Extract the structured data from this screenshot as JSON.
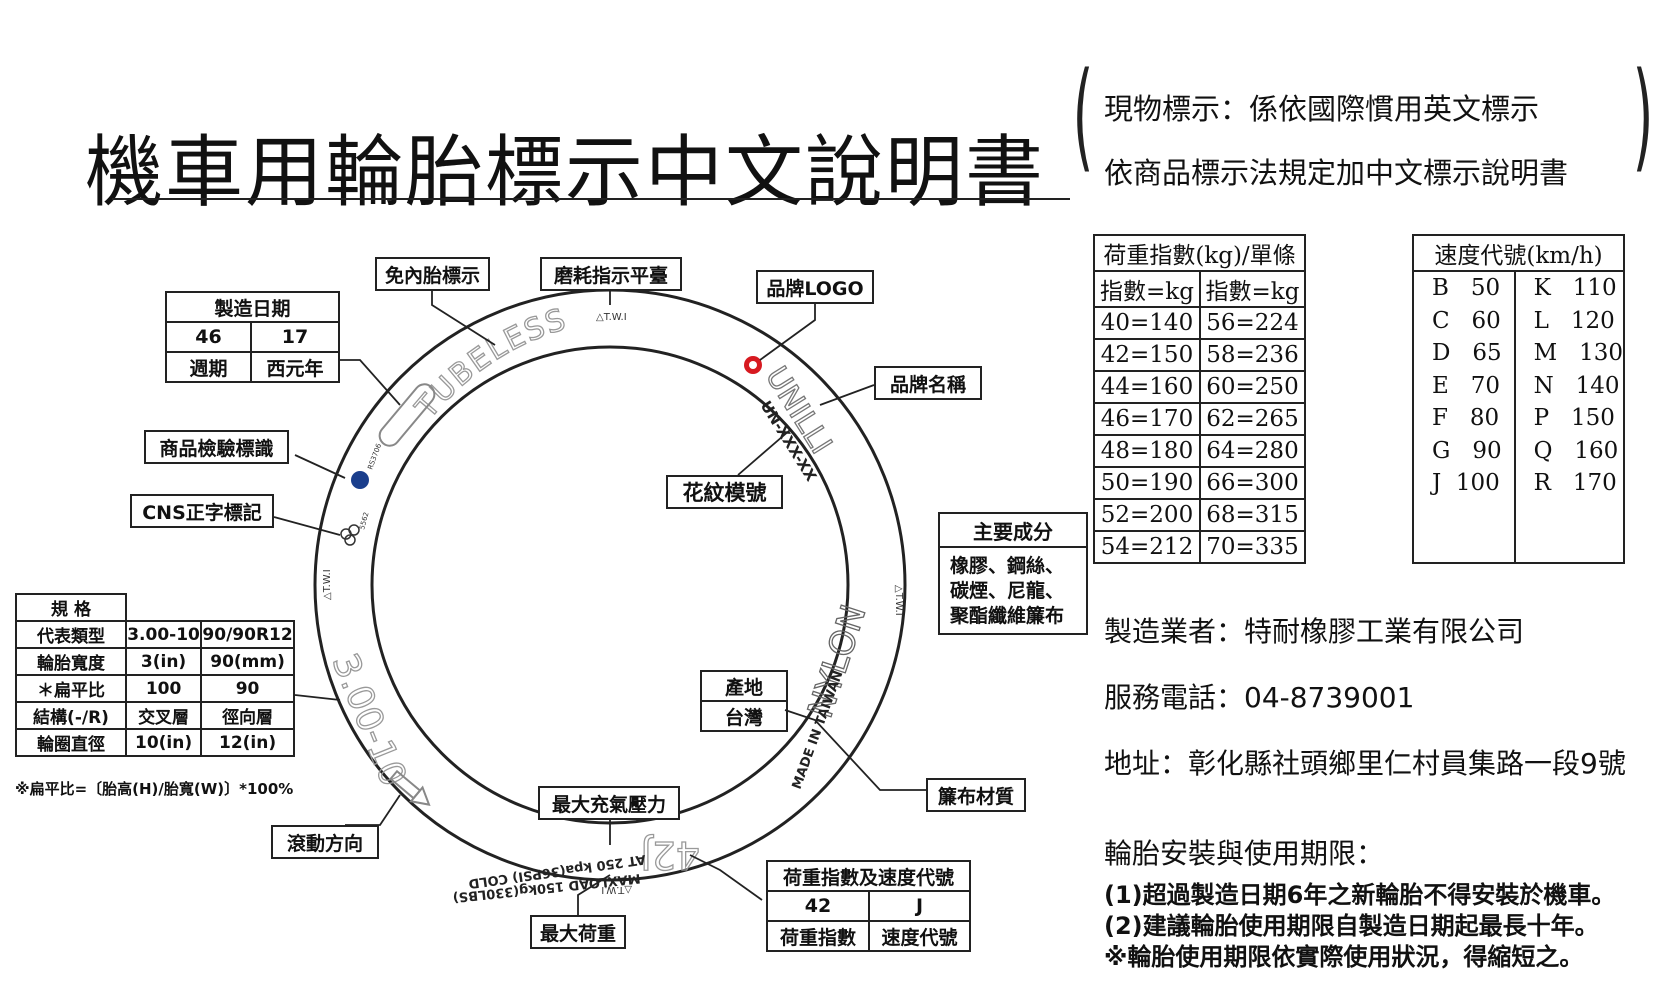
{
  "title": "機車用輪胎標示中文說明書",
  "header_note": {
    "line1": "現物標示：係依國際慣用英文標示",
    "line2": "依商品標示法規定加中文標示說明書",
    "bracket_left": "(",
    "bracket_right": ")"
  },
  "callouts": {
    "tubeless": "免內胎標示",
    "twi": "磨耗指示平臺",
    "brand_logo": "品牌LOGO",
    "brand_name": "品牌名稱",
    "pattern": "花紋模號",
    "inspection": "商品檢驗標識",
    "cns": "CNS正字標記",
    "rolling": "滾動方向",
    "max_pressure": "最大充氣壓力",
    "max_load": "最大荷重",
    "cord": "簾布材質"
  },
  "date_table": {
    "title": "製造日期",
    "week": "46",
    "year": "17",
    "week_label": "週期",
    "year_label": "西元年"
  },
  "spec_table": {
    "title": "規 格",
    "rows": [
      [
        "代表類型",
        "3.00-10",
        "90/90R12"
      ],
      [
        "輪胎寬度",
        "3(in)",
        "90(mm)"
      ],
      [
        "＊扁平比",
        "100",
        "90"
      ],
      [
        "結構(-/R)",
        "交叉層",
        "徑向層"
      ],
      [
        "輪圈直徑",
        "10(in)",
        "12(in)"
      ]
    ],
    "footnote": "※扁平比=〔胎高(H)/胎寬(W)〕*100%"
  },
  "material_box": {
    "title": "主要成分",
    "lines": [
      "橡膠、鋼絲、",
      "碳煙、尼龍、",
      "聚酯纖維簾布"
    ]
  },
  "origin_box": {
    "title": "產地",
    "value": "台灣"
  },
  "lsi_table": {
    "title": "荷重指數及速度代號",
    "load_value": "42",
    "speed_value": "J",
    "load_label": "荷重指數",
    "speed_label": "速度代號"
  },
  "tire": {
    "tubeless_text": "TUBELESS",
    "twi_mark": "△T.W.I",
    "brand": "UNILLI",
    "model": "UN-XXX-XX",
    "size": "3.00-10",
    "nylon": "NYLON",
    "made_in": "MADE IN TAIWAN",
    "load_code": "42J",
    "pressure_line": "AT 250 kpa(36PSI) COLD",
    "maxload_line": "MAXLOAD 150kg(330LBS)",
    "rs_code": "RS3706",
    "cns_code": "5562"
  },
  "load_index_table": {
    "title": "荷重指數(kg)/單條",
    "header": [
      "指數=kg",
      "指數=kg"
    ],
    "rows": [
      [
        "40=140",
        "56=224"
      ],
      [
        "42=150",
        "58=236"
      ],
      [
        "44=160",
        "60=250"
      ],
      [
        "46=170",
        "62=265"
      ],
      [
        "48=180",
        "64=280"
      ],
      [
        "50=190",
        "66=300"
      ],
      [
        "52=200",
        "68=315"
      ],
      [
        "54=212",
        "70=335"
      ]
    ]
  },
  "speed_table": {
    "title": "速度代號(km/h)",
    "left": [
      [
        "B",
        "50"
      ],
      [
        "C",
        "60"
      ],
      [
        "D",
        "65"
      ],
      [
        "E",
        "70"
      ],
      [
        "F",
        "80"
      ],
      [
        "G",
        "90"
      ],
      [
        "J",
        "100"
      ]
    ],
    "right": [
      [
        "K",
        "110"
      ],
      [
        "L",
        "120"
      ],
      [
        "M",
        "130"
      ],
      [
        "N",
        "140"
      ],
      [
        "P",
        "150"
      ],
      [
        "Q",
        "160"
      ],
      [
        "R",
        "170"
      ]
    ]
  },
  "company": {
    "maker": "製造業者：特耐橡膠工業有限公司",
    "phone": "服務電話：04-8739001",
    "address": "地址：彰化縣社頭鄉里仁村員集路一段9號"
  },
  "usage": {
    "title": "輪胎安裝與使用期限：",
    "line1": "(1)超過製造日期6年之新輪胎不得安裝於機車。",
    "line2": "(2)建議輪胎使用期限自製造日期起最長十年。",
    "line3": "※輪胎使用期限依實際使用狀況，得縮短之。"
  },
  "colors": {
    "logo_red": "#d71920",
    "inspection_blue": "#1a3e8c",
    "ring_gray": "#888888"
  }
}
